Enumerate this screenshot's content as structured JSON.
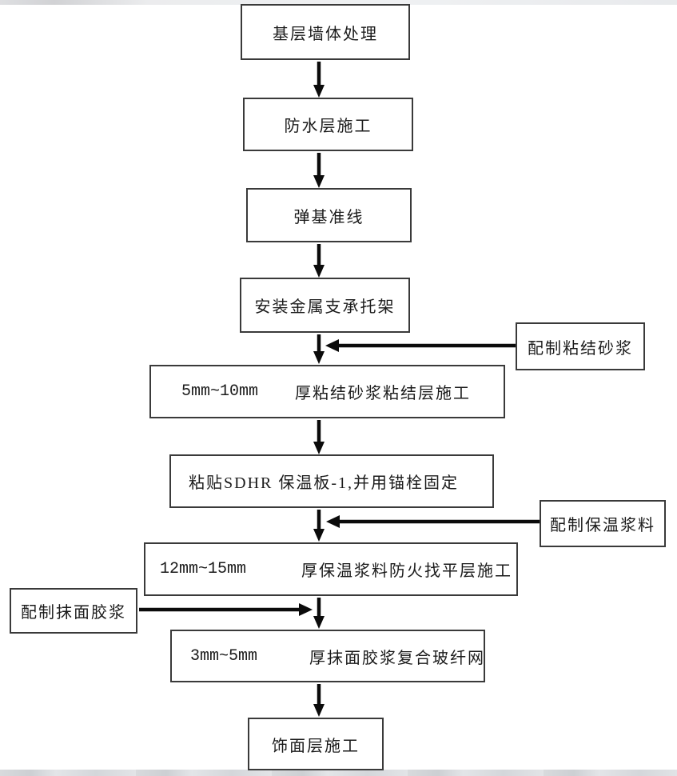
{
  "flow": {
    "nodes": [
      {
        "label": "基层墙体处理"
      },
      {
        "label": "防水层施工"
      },
      {
        "label": "弹基准线"
      },
      {
        "label": "安装金属支承托架"
      },
      {
        "measure": "5mm~10mm",
        "label": "厚粘结砂浆粘结层施工"
      },
      {
        "label": "粘贴SDHR 保温板-1,并用锚栓固定"
      },
      {
        "measure": "12mm~15mm",
        "label": "厚保温浆料防火找平层施工"
      },
      {
        "measure": "3mm~5mm",
        "label": "厚抹面胶浆复合玻纤网"
      },
      {
        "label": "饰面层施工"
      }
    ],
    "side_nodes": [
      {
        "label": "配制粘结砂浆",
        "side": "right"
      },
      {
        "label": "配制保温浆料",
        "side": "right"
      },
      {
        "label": "配制抹面胶浆",
        "side": "left"
      }
    ]
  },
  "colors": {
    "arrow": "#0b0b0b",
    "box_border": "#3a3a3a",
    "text": "#1b1b1b",
    "page_background": "#ffffff",
    "scan_edge": "#d4d6d9"
  }
}
